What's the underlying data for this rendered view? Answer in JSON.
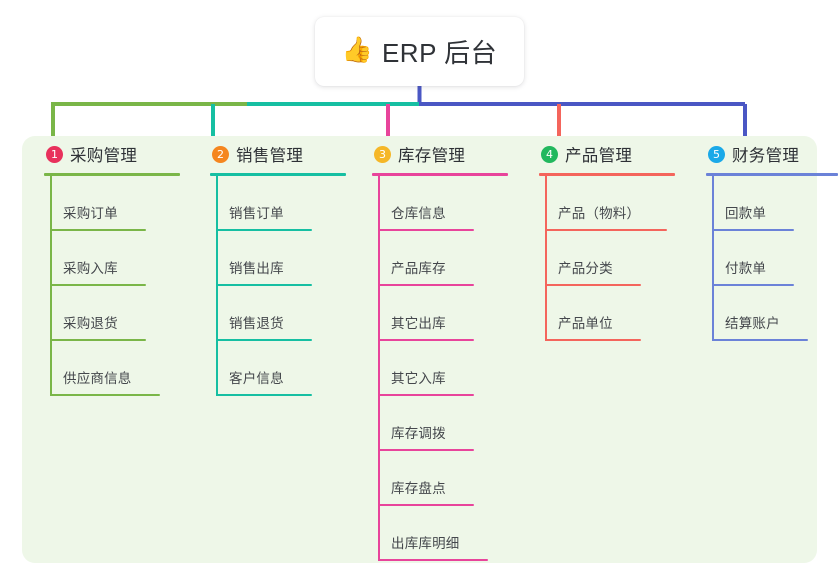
{
  "root": {
    "icon": "thumbs-up-icon",
    "icon_glyph": "👍",
    "title": "ERP 后台"
  },
  "palette": {
    "panel_background": "#eef7e8",
    "page_background": "#ffffff",
    "title_text": "#2f3237",
    "label_text": "#44474c",
    "root_stem": "#4a57c4",
    "bus_left": "#7ab648",
    "bus_mid": "#16bfa2",
    "bus_right": "#4a57c4"
  },
  "columns": [
    {
      "number": "1",
      "title": "采购管理",
      "badge_color": "#e8315c",
      "line_color": "#7ab648",
      "items": [
        "采购订单",
        "采购入库",
        "采购退货",
        "供应商信息"
      ]
    },
    {
      "number": "2",
      "title": "销售管理",
      "badge_color": "#f5861f",
      "line_color": "#16bfa2",
      "items": [
        "销售订单",
        "销售出库",
        "销售退货",
        "客户信息"
      ]
    },
    {
      "number": "3",
      "title": "库存管理",
      "badge_color": "#f5b728",
      "line_color": "#e8449b",
      "items": [
        "仓库信息",
        "产品库存",
        "其它出库",
        "其它入库",
        "库存调拨",
        "库存盘点",
        "出库库明细"
      ]
    },
    {
      "number": "4",
      "title": "产品管理",
      "badge_color": "#22b85e",
      "line_color": "#f4655c",
      "items": [
        "产品（物料）",
        "产品分类",
        "产品单位"
      ]
    },
    {
      "number": "5",
      "title": "财务管理",
      "badge_color": "#1aa9e8",
      "line_color": "#6b82d8",
      "items": [
        "回款单",
        "付款单",
        "结算账户"
      ]
    }
  ]
}
